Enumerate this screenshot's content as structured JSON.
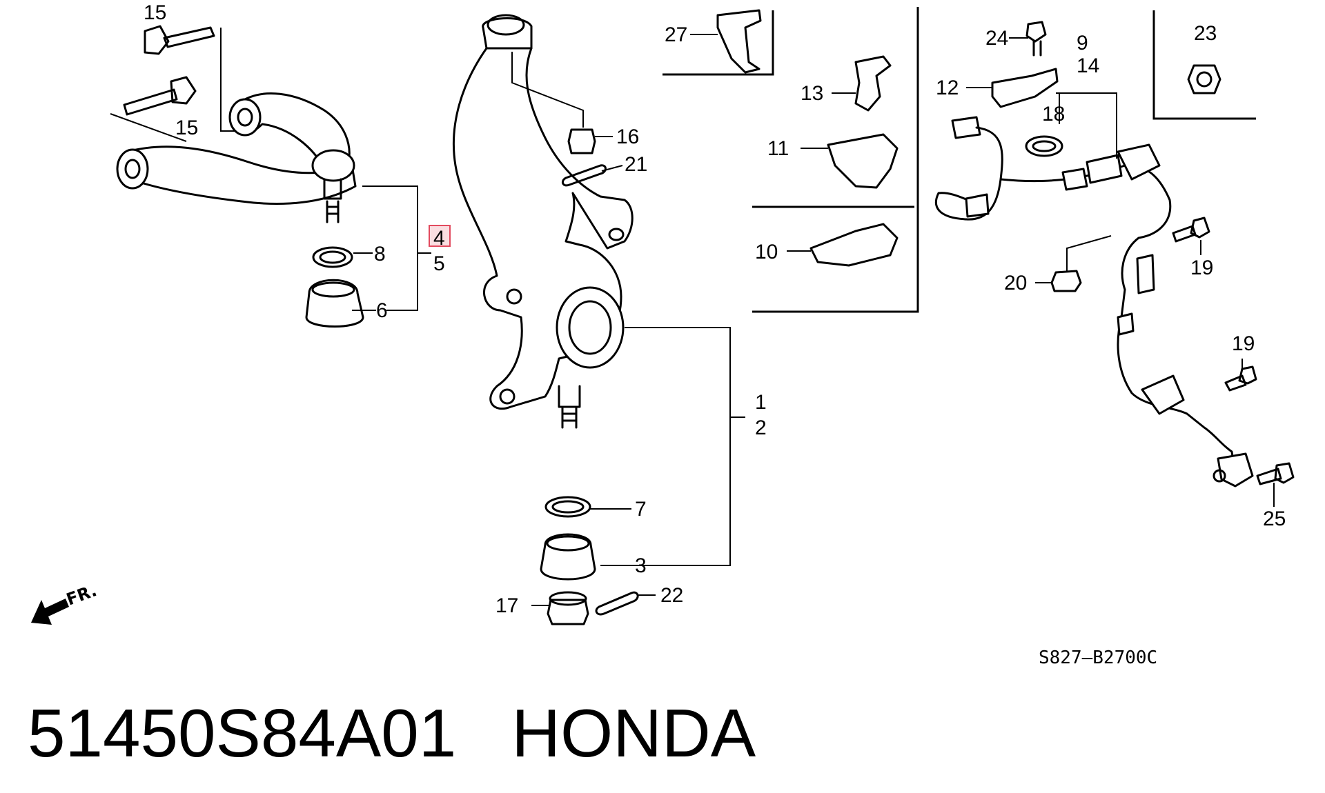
{
  "caption": {
    "part_number": "51450S84A01",
    "brand": "HONDA"
  },
  "diagram": {
    "reference_code": "S827—B2700C",
    "direction_marker": "FR.",
    "highlighted_callout": "4",
    "highlight_color": "#e24a5e",
    "callouts": {
      "c1": "1",
      "c2": "2",
      "c3": "3",
      "c4": "4",
      "c5": "5",
      "c6": "6",
      "c7": "7",
      "c8": "8",
      "c9": "9",
      "c10": "10",
      "c11": "11",
      "c12": "12",
      "c13": "13",
      "c14": "14",
      "c15a": "15",
      "c15b": "15",
      "c16": "16",
      "c17": "17",
      "c18": "18",
      "c19a": "19",
      "c19b": "19",
      "c20": "20",
      "c21": "21",
      "c22": "22",
      "c23": "23",
      "c24": "24",
      "c25": "25",
      "c27": "27"
    }
  }
}
